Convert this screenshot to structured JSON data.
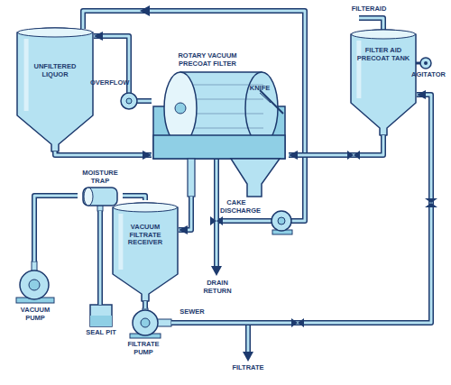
{
  "diagram": {
    "nodes": [
      {
        "text": [
          "UNFILTERED LIQUOR"
        ]
      },
      {
        "text": [
          "ROTARY VACUUM PRECOAT FILTER"
        ]
      },
      {
        "text": [
          "FILTER AID PRECOAT TANK"
        ]
      },
      {
        "text": [
          "MOISTURE TRAP"
        ]
      },
      {
        "text": [
          "VACUUM FILTRATE RECEIVER"
        ]
      },
      {
        "text": [
          "VACUUM PUMP"
        ]
      },
      {
        "text": [
          "SEAL PIT"
        ]
      },
      {
        "text": [
          "FILTRATE PUMP"
        ]
      }
    ],
    "edges": [
      {
        "from": 0,
        "to": 1,
        "arrow": "to"
      },
      {
        "from": 1,
        "to": 0,
        "arrow": "to"
      },
      {
        "from": 2,
        "to": 1,
        "arrow": "to"
      },
      {
        "from": 1,
        "to": 4,
        "arrow": "to"
      },
      {
        "from": 4,
        "to": 3,
        "arrow": "none"
      },
      {
        "from": 3,
        "to": 5,
        "arrow": "none"
      },
      {
        "from": 3,
        "to": 6,
        "arrow": "none"
      },
      {
        "from": 4,
        "to": 7,
        "arrow": "none"
      },
      {
        "from": 7,
        "to": 2,
        "arrow": "to"
      }
    ],
    "labels": [
      "OVERFLOW",
      "KNIFE",
      "FILTERAID",
      "AGITATOR",
      "CAKE DISCHARGE",
      "DRAIN RETURN",
      "SEWER",
      "FILTRATE"
    ]
  }
}
